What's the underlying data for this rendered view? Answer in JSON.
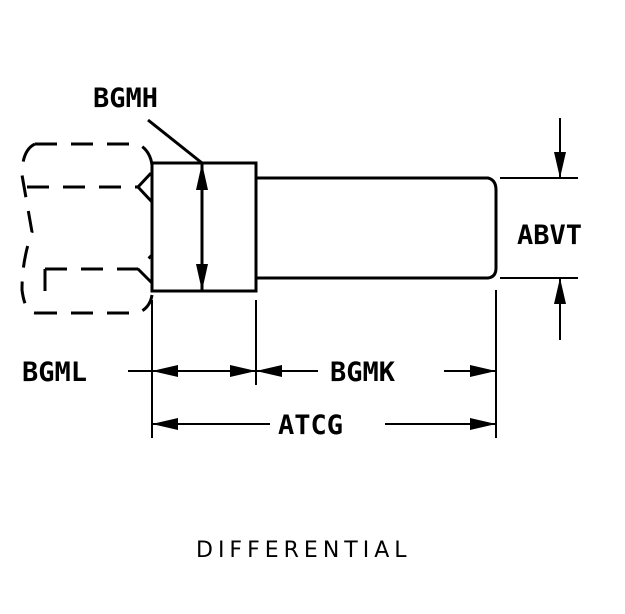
{
  "labels": {
    "bgmh": "BGMH",
    "abvt": "ABVT",
    "bgml": "BGML",
    "bgmk": "BGMK",
    "atcg": "ATCG"
  },
  "caption": "DIFFERENTIAL"
}
